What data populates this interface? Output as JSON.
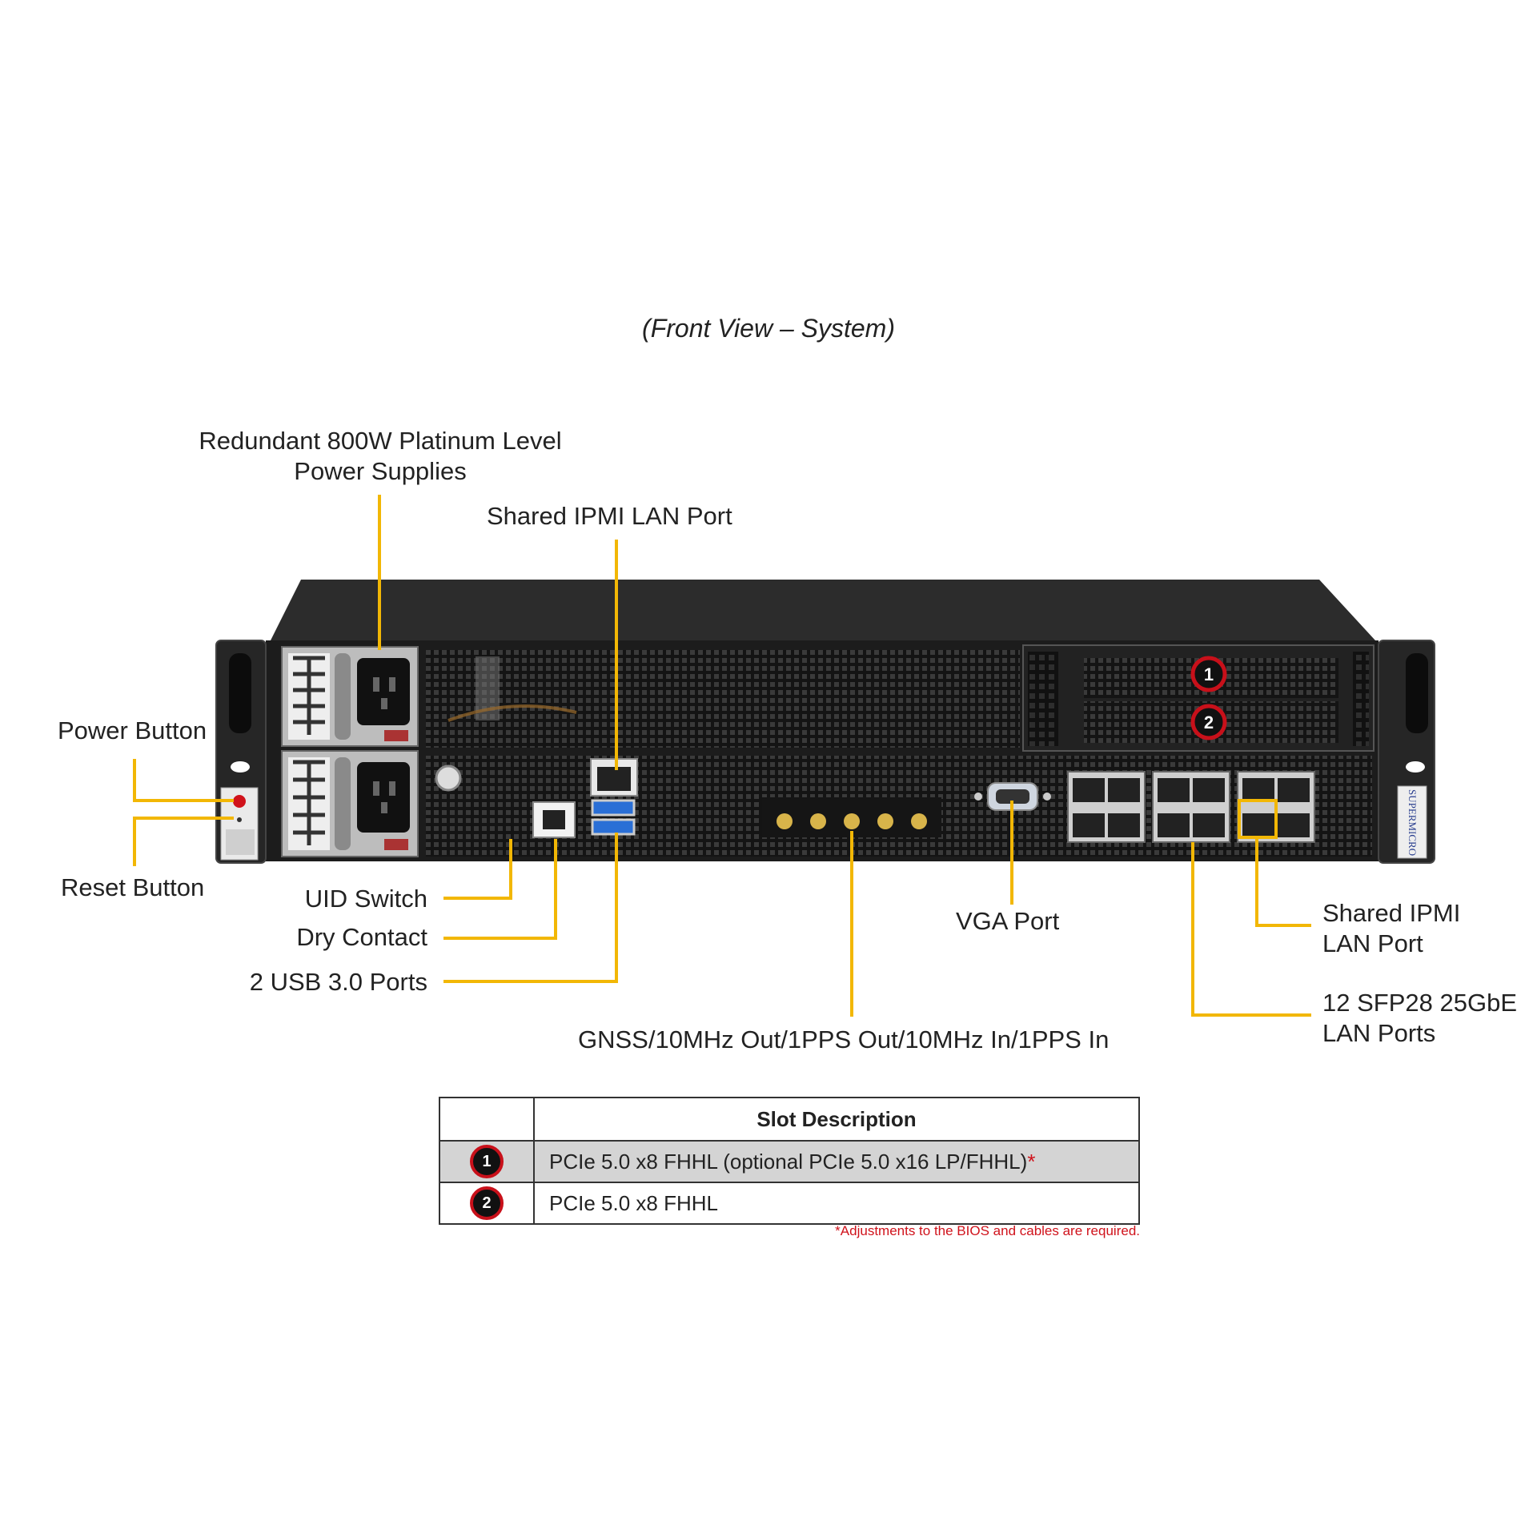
{
  "caption": "(Front View – System)",
  "labels": {
    "power_supplies": "Redundant 800W Platinum Level",
    "power_supplies_line2": "Power Supplies",
    "ipmi_top": "Shared IPMI LAN Port",
    "power_button": "Power Button",
    "reset_button": "Reset Button",
    "uid_switch": "UID Switch",
    "dry_contact": "Dry Contact",
    "usb": "2 USB 3.0 Ports",
    "vga": "VGA Port",
    "gnss": "GNSS/10MHz Out/1PPS Out/10MHz In/1PPS In",
    "ipmi_right": "Shared IPMI",
    "ipmi_right_line2": "LAN Port",
    "sfp": "12 SFP28 25GbE",
    "sfp_line2": "LAN Ports"
  },
  "chassis": {
    "badge_1": "1",
    "badge_2": "2",
    "brand": "SUPERMICRO"
  },
  "table": {
    "header": "Slot Description",
    "rows": [
      {
        "num": "1",
        "desc": "PCIe 5.0 x8 FHHL (optional PCIe 5.0 x16 LP/FHHL)",
        "mark": "*"
      },
      {
        "num": "2",
        "desc": "PCIe 5.0 x8 FHHL",
        "mark": ""
      }
    ],
    "footnote": "*Adjustments to the BIOS and cables are required."
  },
  "colors": {
    "leader": "#f2b705",
    "chassis": "#1e1e1e",
    "badge_ring": "#c8101a"
  }
}
